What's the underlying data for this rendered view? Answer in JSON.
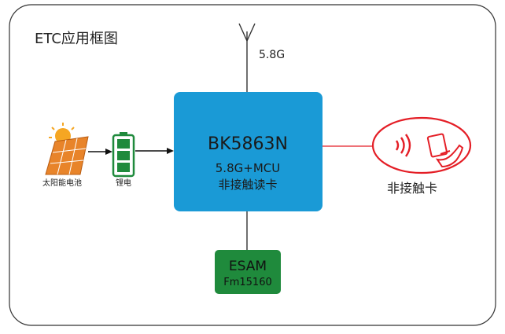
{
  "diagram": {
    "title": "ETC应用框图",
    "antenna_label": "5.8G",
    "chip": {
      "name": "BK5863N",
      "line2": "5.8G+MCU",
      "line3": "非接触读卡"
    },
    "solar_label": "太阳能电池",
    "battery_label": "锂电",
    "esam": {
      "name": "ESAM",
      "model": "Fm15160"
    },
    "card_label": "非接触卡"
  },
  "colors": {
    "chip_fill": "#1a9ad6",
    "esam_fill": "#1f8a3c",
    "card_red": "#e41e26",
    "solar_orange": "#f39c12",
    "battery_green": "#1f8a3c"
  },
  "icons": [
    "antenna-icon",
    "solar-panel-icon",
    "battery-icon",
    "nfc-card-icon"
  ]
}
